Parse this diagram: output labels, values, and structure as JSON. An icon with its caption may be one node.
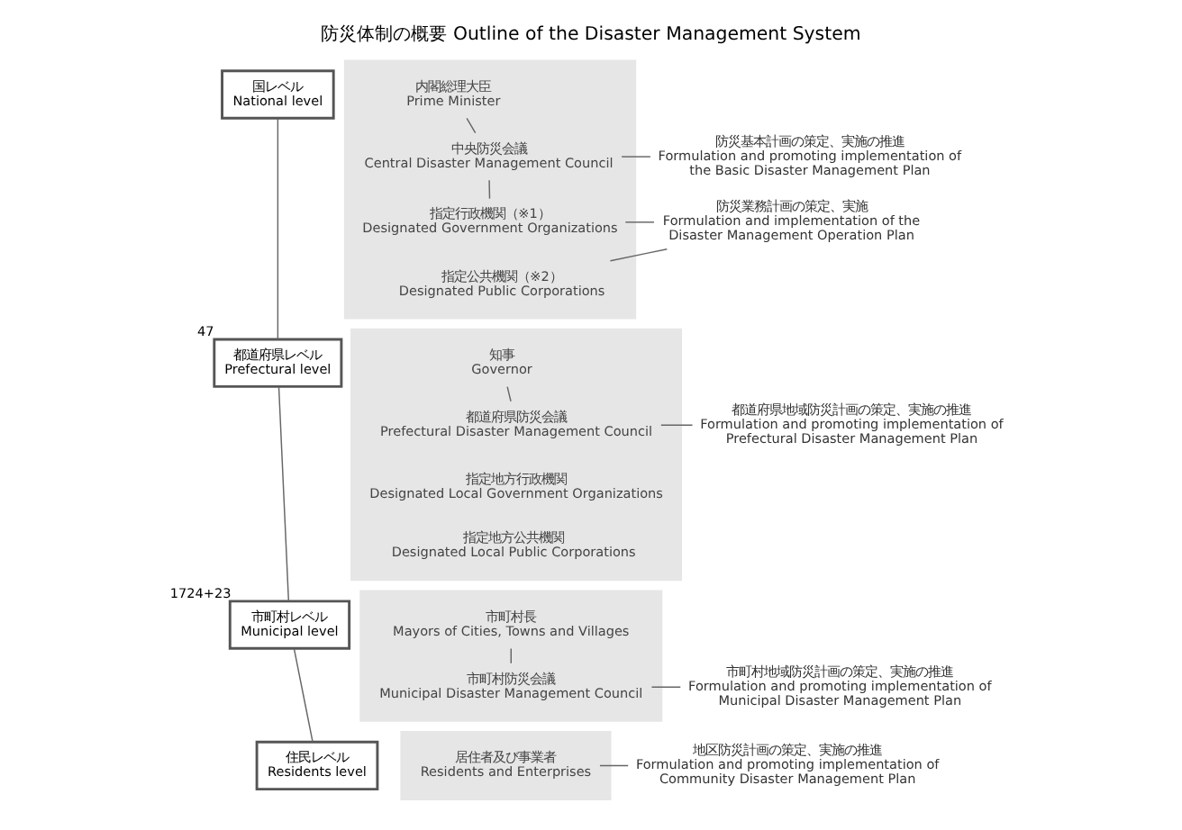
{
  "diagram": {
    "title": "防災体制の概要 Outline of the Disaster Management System",
    "nodes": [
      {
        "text": [
          "国レベル",
          "National level"
        ]
      },
      {
        "text": [],
        "shape": "box"
      },
      {
        "text": [
          "内閣総理大臣",
          "Prime Minister"
        ],
        "in": 1
      },
      {
        "text": [
          "中央防災会議",
          "Central Disaster Management Council"
        ],
        "in": 1
      },
      {
        "text": [
          "指定行政機関（※1）",
          "Designated Government Organizations"
        ],
        "in": 1
      },
      {
        "text": [
          "指定公共機関（※2）",
          "Designated Public Corporations"
        ],
        "in": 1
      },
      {
        "text": [
          "防災基本計画の策定、実施の推進",
          "Formulation and promoting implementation of the Basic Disaster Management Plan"
        ]
      },
      {
        "text": [
          "防災業務計画の策定、実施",
          "Formulation and implementation of the Disaster Management Operation Plan"
        ]
      },
      {
        "text": [
          "都道府県レベル",
          "Prefectural level"
        ],
        "beside": [
          "47"
        ]
      },
      {
        "text": [],
        "shape": "box"
      },
      {
        "text": [
          "知事",
          "Governor"
        ],
        "in": 9
      },
      {
        "text": [
          "都道府県防災会議",
          "Prefectural Disaster Management Council"
        ],
        "in": 9
      },
      {
        "text": [
          "指定地方行政機関",
          "Designated Local Government Organizations"
        ],
        "in": 9
      },
      {
        "text": [
          "指定地方公共機関",
          "Designated Local Public Corporations"
        ],
        "in": 9
      },
      {
        "text": [
          "都道府県地域防災計画の策定、実施の推進",
          "Formulation and promoting implementation of Prefectural Disaster Management Plan"
        ]
      },
      {
        "text": [
          "市町村レベル",
          "Municipal level"
        ],
        "beside": [
          "1724+23"
        ]
      },
      {
        "text": [],
        "shape": "box"
      },
      {
        "text": [
          "市町村長",
          "Mayors of Cities, Towns and Villages"
        ],
        "in": 16
      },
      {
        "text": [
          "市町村防災会議",
          "Municipal Disaster Management Council"
        ],
        "in": 16
      },
      {
        "text": [
          "市町村地域防災計画の策定、実施の推進",
          "Formulation and promoting implementation of Municipal Disaster Management Plan"
        ]
      },
      {
        "text": [
          "住民レベル",
          "Residents level"
        ]
      },
      {
        "text": [],
        "shape": "box"
      },
      {
        "text": [
          "居住者及び事業者",
          "Residents and Enterprises"
        ],
        "in": 21
      },
      {
        "text": [
          "地区防災計画の策定、実施の推進",
          "Formulation and promoting implementation of Community Disaster Management Plan"
        ]
      }
    ],
    "edges": [
      {
        "from": 0,
        "to": 8,
        "arrow": "none"
      },
      {
        "from": 8,
        "to": 15,
        "arrow": "none"
      },
      {
        "from": 15,
        "to": 20,
        "arrow": "none"
      },
      {
        "from": 2,
        "to": 3,
        "arrow": "none"
      },
      {
        "from": 3,
        "to": 4,
        "arrow": "none"
      },
      {
        "from": 3,
        "to": 6,
        "arrow": "none"
      },
      {
        "from": 4,
        "to": 7,
        "arrow": "none"
      },
      {
        "from": 5,
        "to": 7,
        "arrow": "none"
      },
      {
        "from": 10,
        "to": 11,
        "arrow": "none"
      },
      {
        "from": 11,
        "to": 14,
        "arrow": "none"
      },
      {
        "from": 17,
        "to": 18,
        "arrow": "none"
      },
      {
        "from": 18,
        "to": 19,
        "arrow": "none"
      },
      {
        "from": 22,
        "to": 23,
        "arrow": "none"
      }
    ]
  }
}
